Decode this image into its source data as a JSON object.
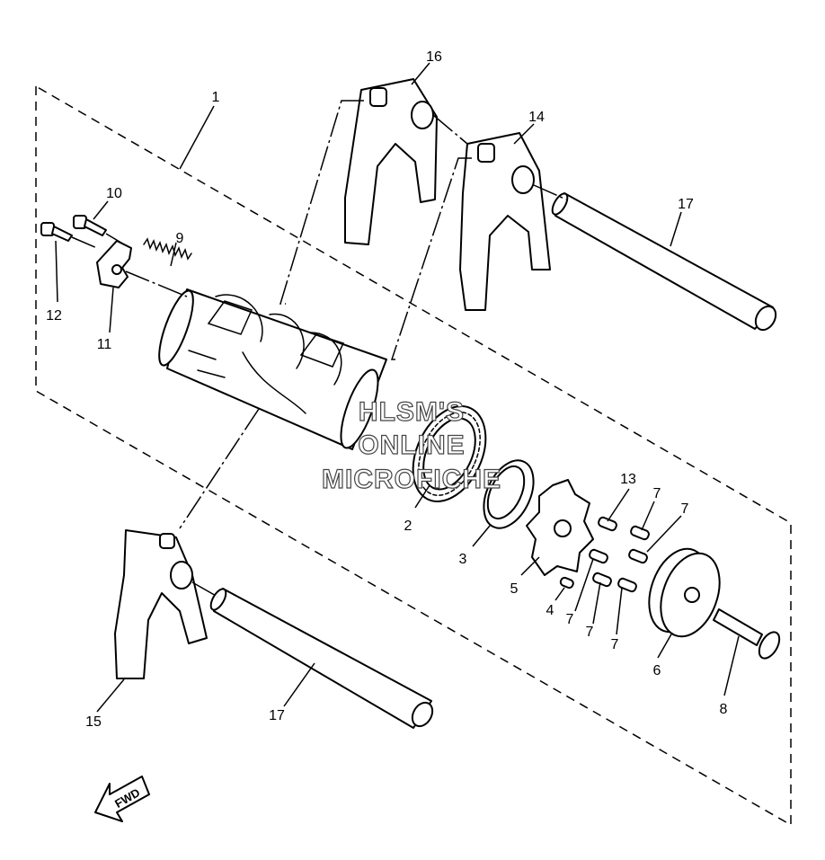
{
  "diagram": {
    "callouts": [
      {
        "id": "1",
        "text": "1"
      },
      {
        "id": "2",
        "text": "2"
      },
      {
        "id": "3",
        "text": "3"
      },
      {
        "id": "4",
        "text": "4"
      },
      {
        "id": "5",
        "text": "5"
      },
      {
        "id": "6",
        "text": "6"
      },
      {
        "id": "7a",
        "text": "7"
      },
      {
        "id": "7b",
        "text": "7"
      },
      {
        "id": "7c",
        "text": "7"
      },
      {
        "id": "7d",
        "text": "7"
      },
      {
        "id": "7e",
        "text": "7"
      },
      {
        "id": "8",
        "text": "8"
      },
      {
        "id": "9",
        "text": "9"
      },
      {
        "id": "10",
        "text": "10"
      },
      {
        "id": "11",
        "text": "11"
      },
      {
        "id": "12",
        "text": "12"
      },
      {
        "id": "13",
        "text": "13"
      },
      {
        "id": "14",
        "text": "14"
      },
      {
        "id": "15",
        "text": "15"
      },
      {
        "id": "16",
        "text": "16"
      },
      {
        "id": "17a",
        "text": "17"
      },
      {
        "id": "17b",
        "text": "17"
      }
    ],
    "watermark": {
      "line1": "HLSM'S",
      "line2": "ONLINE",
      "line3": "MICROFICHE"
    },
    "direction_label": "FWD",
    "colors": {
      "line": "#000000",
      "background": "#ffffff",
      "watermark_stroke": "#444444"
    }
  }
}
